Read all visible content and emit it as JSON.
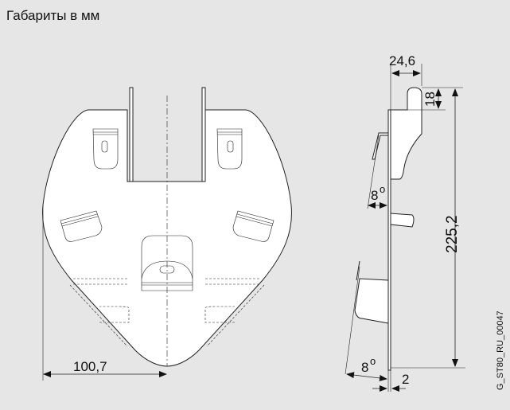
{
  "title": "Габариты в мм",
  "dimensions": {
    "half_width": "100,7",
    "depth": "24,6",
    "hook_height": "18",
    "total_height": "225,2",
    "angle_top": "8",
    "angle_bottom": "8",
    "degree_mark": "o",
    "thickness": "2"
  },
  "drawing_code": "G_ST80_RU_00047"
}
